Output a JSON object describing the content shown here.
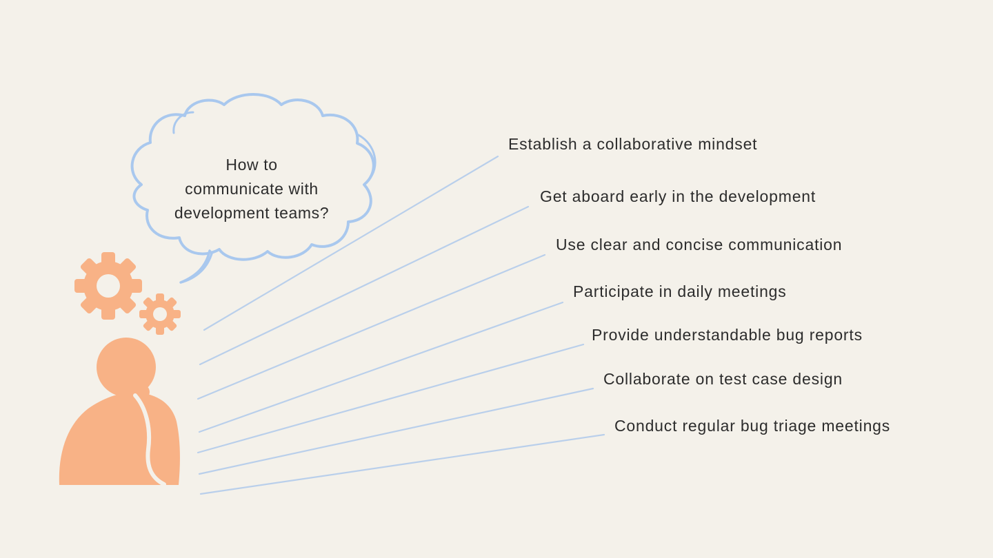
{
  "colors": {
    "background": "#f4f1ea",
    "connector_blue": "#b9cfeb",
    "bubble_stroke": "#a9c8ee",
    "accent_orange": "#f8b286",
    "text": "#2c2c2c"
  },
  "bubble": {
    "lines": [
      "How to",
      "communicate with",
      "development teams?"
    ]
  },
  "items": [
    {
      "label": "Establish a collaborative mindset"
    },
    {
      "label": "Get aboard early in the development"
    },
    {
      "label": "Use clear and concise communication"
    },
    {
      "label": "Participate in daily meetings"
    },
    {
      "label": "Provide understandable bug reports"
    },
    {
      "label": "Collaborate on test case design"
    },
    {
      "label": "Conduct regular bug triage meetings"
    }
  ],
  "icons": [
    {
      "name": "gear-icon",
      "meaning": "development / process gears"
    },
    {
      "name": "small-gear-icon",
      "meaning": "secondary gear"
    },
    {
      "name": "thinking-person-icon",
      "meaning": "person wondering"
    }
  ]
}
